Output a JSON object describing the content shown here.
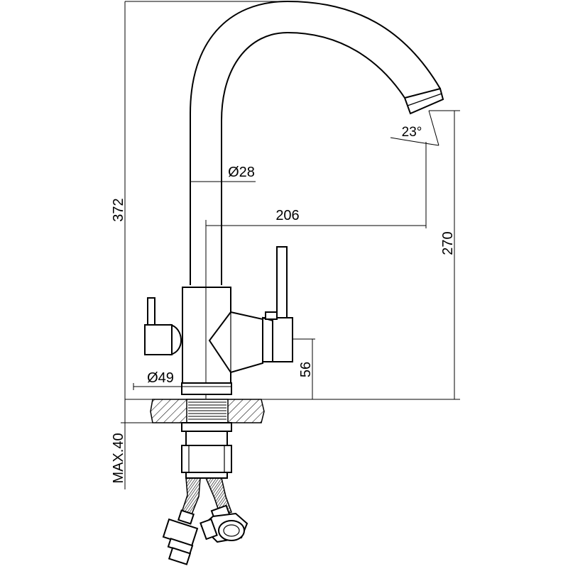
{
  "dimensions": {
    "total_height": "372",
    "spout_height": "270",
    "spout_reach": "206",
    "pipe_diameter": "Ø28",
    "base_diameter": "Ø49",
    "handle_height": "56",
    "spout_angle": "23°",
    "max_deck_thickness": "MAX.40"
  }
}
